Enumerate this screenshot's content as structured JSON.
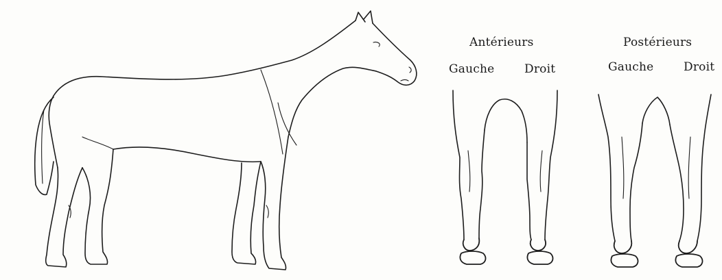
{
  "labels": {
    "anterieurs": "Antérieurs",
    "posterieurs": "Postérieurs",
    "anterieurs_gauche": "Gauche",
    "anterieurs_droit": "Droit",
    "posterieurs_gauche": "Gauche",
    "posterieurs_droit": "Droit"
  },
  "colors": {
    "ink": "#1c1c1c",
    "paper": "#fdfdfb"
  }
}
